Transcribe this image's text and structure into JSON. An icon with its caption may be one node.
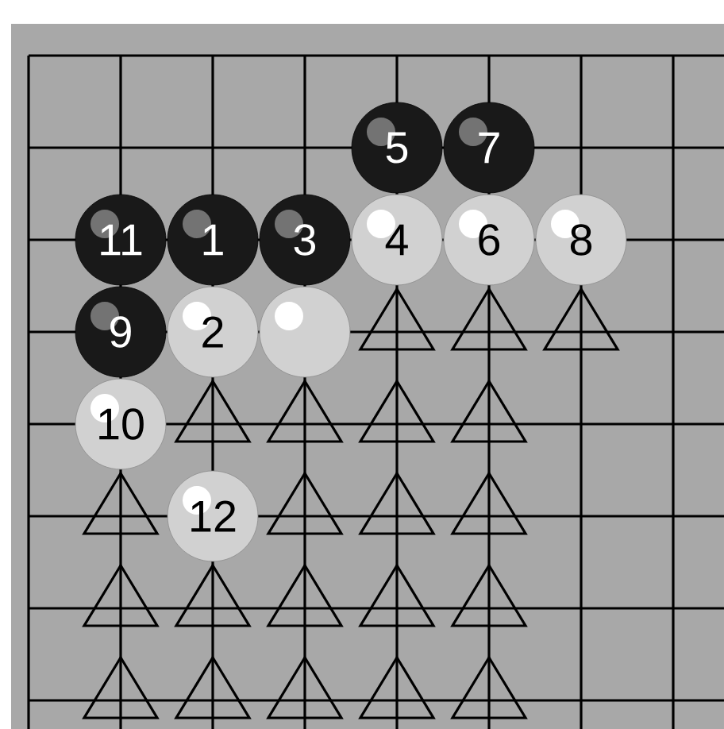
{
  "diagram": {
    "nodes": [
      {
        "text": [
          "5"
        ]
      },
      {
        "text": [
          "7"
        ]
      },
      {
        "text": [
          "11"
        ]
      },
      {
        "text": [
          "1"
        ]
      },
      {
        "text": [
          "3"
        ]
      },
      {
        "text": [
          "4"
        ]
      },
      {
        "text": [
          "6"
        ]
      },
      {
        "text": [
          "8"
        ]
      },
      {
        "text": [
          "9"
        ]
      },
      {
        "text": [
          "2"
        ]
      },
      {
        "text": [],
        "shape": "circle"
      },
      {
        "text": [
          "10"
        ]
      },
      {
        "text": [
          "12"
        ]
      }
    ]
  }
}
